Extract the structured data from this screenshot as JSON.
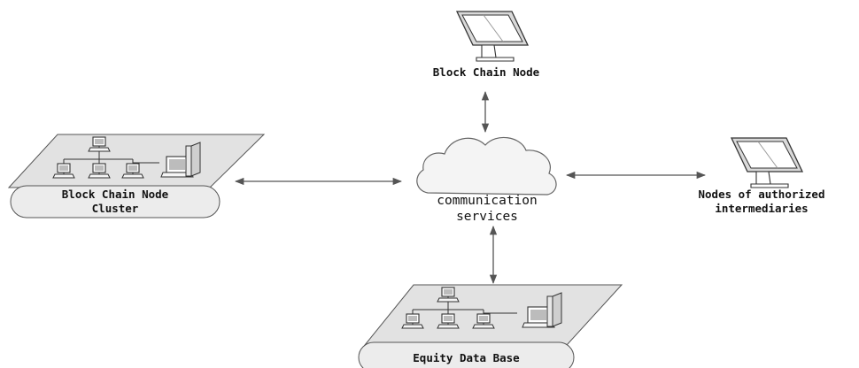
{
  "nodes": {
    "top_node": {
      "label": "Block Chain Node"
    },
    "cluster": {
      "label_line1": "Block Chain Node",
      "label_line2": "Cluster"
    },
    "cloud": {
      "label_line1": "communication",
      "label_line2": "services"
    },
    "intermediaries": {
      "label_line1": "Nodes of authorized",
      "label_line2": "intermediaries"
    },
    "equity_db": {
      "label": "Equity Data Base"
    }
  },
  "colors": {
    "line": "#555555",
    "panel_fill": "#e2e2e2",
    "pill_fill": "#ececec",
    "cloud_fill": "#f4f4f4",
    "device_fill": "#dcdcdc"
  }
}
